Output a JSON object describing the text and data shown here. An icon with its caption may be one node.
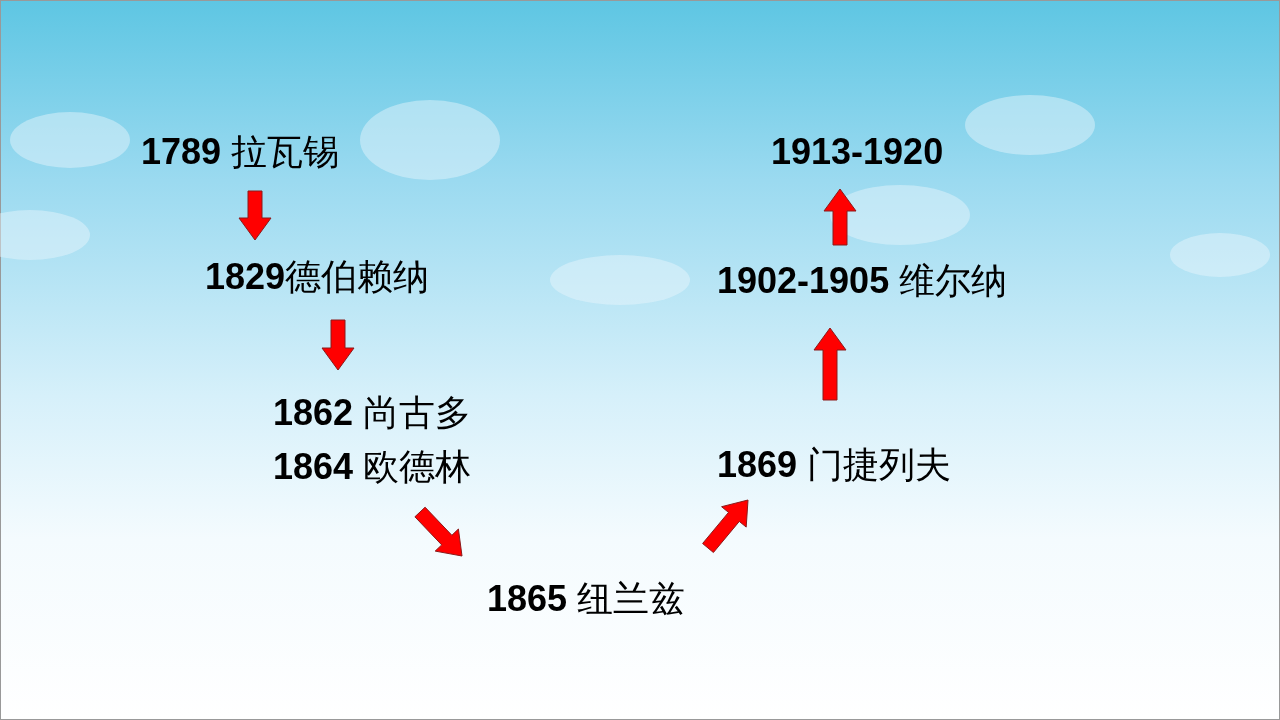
{
  "diagram": {
    "nodes": [
      {
        "text": [
          "**1789** 拉瓦锡"
        ]
      },
      {
        "text": [
          "**1829**德伯赖纳"
        ]
      },
      {
        "text": [
          "**1862** 尚古多",
          "**1864** 欧德林"
        ]
      },
      {
        "text": [
          "**1865** 纽兰兹"
        ]
      },
      {
        "text": [
          "**1869** 门捷列夫"
        ]
      },
      {
        "text": [
          "**1902-1905** 维尔纳"
        ]
      },
      {
        "text": [
          "1913-1920"
        ]
      }
    ],
    "edges": [
      {
        "from": 0,
        "to": 1,
        "arrow": "to"
      },
      {
        "from": 1,
        "to": 2,
        "arrow": "to"
      },
      {
        "from": 2,
        "to": 3,
        "arrow": "to"
      },
      {
        "from": 3,
        "to": 4,
        "arrow": "to"
      },
      {
        "from": 4,
        "to": 5,
        "arrow": "to"
      },
      {
        "from": 5,
        "to": 6,
        "arrow": "to"
      }
    ]
  }
}
